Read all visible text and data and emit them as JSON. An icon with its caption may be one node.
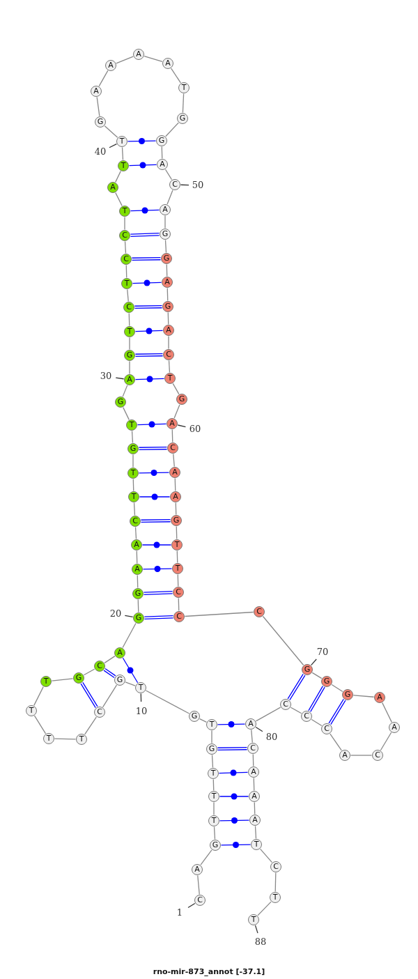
{
  "diagram": {
    "title": "rno-mir-873_annot [-37.1]",
    "nodes": [
      {
        "text": [
          "C"
        ]
      },
      {
        "text": [
          "A"
        ]
      },
      {
        "text": [
          "G"
        ]
      },
      {
        "text": [
          "T"
        ]
      },
      {
        "text": [
          "T"
        ]
      },
      {
        "text": [
          "T"
        ]
      },
      {
        "text": [
          "G"
        ]
      },
      {
        "text": [
          "T"
        ]
      },
      {
        "text": [
          "G"
        ]
      },
      {
        "text": [
          "T"
        ]
      },
      {
        "text": [
          "G"
        ]
      },
      {
        "text": [
          "C"
        ]
      },
      {
        "text": [
          "T"
        ]
      },
      {
        "text": [
          "T"
        ]
      },
      {
        "text": [
          "T"
        ]
      },
      {
        "text": [
          "T"
        ]
      },
      {
        "text": [
          "G"
        ]
      },
      {
        "text": [
          "C"
        ]
      },
      {
        "text": [
          "A"
        ]
      },
      {
        "text": [
          "G"
        ]
      },
      {
        "text": [
          "G"
        ]
      },
      {
        "text": [
          "A"
        ]
      },
      {
        "text": [
          "A"
        ]
      },
      {
        "text": [
          "C"
        ]
      },
      {
        "text": [
          "T"
        ]
      },
      {
        "text": [
          "T"
        ]
      },
      {
        "text": [
          "G"
        ]
      },
      {
        "text": [
          "T"
        ]
      },
      {
        "text": [
          "G"
        ]
      },
      {
        "text": [
          "A"
        ]
      },
      {
        "text": [
          "G"
        ]
      },
      {
        "text": [
          "T"
        ]
      },
      {
        "text": [
          "C"
        ]
      },
      {
        "text": [
          "T"
        ]
      },
      {
        "text": [
          "C"
        ]
      },
      {
        "text": [
          "C"
        ]
      },
      {
        "text": [
          "T"
        ]
      },
      {
        "text": [
          "A"
        ]
      },
      {
        "text": [
          "T"
        ]
      },
      {
        "text": [
          "T"
        ]
      },
      {
        "text": [
          "G"
        ]
      },
      {
        "text": [
          "A"
        ]
      },
      {
        "text": [
          "A"
        ]
      },
      {
        "text": [
          "A"
        ]
      },
      {
        "text": [
          "A"
        ]
      },
      {
        "text": [
          "T"
        ]
      },
      {
        "text": [
          "G"
        ]
      },
      {
        "text": [
          "G"
        ]
      },
      {
        "text": [
          "A"
        ]
      },
      {
        "text": [
          "C"
        ]
      },
      {
        "text": [
          "A"
        ]
      },
      {
        "text": [
          "G"
        ]
      },
      {
        "text": [
          "G"
        ]
      },
      {
        "text": [
          "A"
        ]
      },
      {
        "text": [
          "G"
        ]
      },
      {
        "text": [
          "A"
        ]
      },
      {
        "text": [
          "C"
        ]
      },
      {
        "text": [
          "T"
        ]
      },
      {
        "text": [
          "G"
        ]
      },
      {
        "text": [
          "A"
        ]
      },
      {
        "text": [
          "C"
        ]
      },
      {
        "text": [
          "A"
        ]
      },
      {
        "text": [
          "A"
        ]
      },
      {
        "text": [
          "G"
        ]
      },
      {
        "text": [
          "T"
        ]
      },
      {
        "text": [
          "T"
        ]
      },
      {
        "text": [
          "C"
        ]
      },
      {
        "text": [
          "C"
        ]
      },
      {
        "text": [
          "C"
        ]
      },
      {
        "text": [
          "G"
        ]
      },
      {
        "text": [
          "G"
        ]
      },
      {
        "text": [
          "G"
        ]
      },
      {
        "text": [
          "A"
        ]
      },
      {
        "text": [
          "A"
        ]
      },
      {
        "text": [
          "C"
        ]
      },
      {
        "text": [
          "A"
        ]
      },
      {
        "text": [
          "C"
        ]
      },
      {
        "text": [
          "C"
        ]
      },
      {
        "text": [
          "C"
        ]
      },
      {
        "text": [
          "A"
        ]
      },
      {
        "text": [
          "C"
        ]
      },
      {
        "text": [
          "A"
        ]
      },
      {
        "text": [
          "A"
        ]
      },
      {
        "text": [
          "A"
        ]
      },
      {
        "text": [
          "T"
        ]
      },
      {
        "text": [
          "C"
        ]
      },
      {
        "text": [
          "T"
        ]
      },
      {
        "text": [
          "T"
        ]
      },
      {
        "text": [
          "1"
        ]
      },
      {
        "text": [
          "10"
        ]
      },
      {
        "text": [
          "20"
        ]
      },
      {
        "text": [
          "30"
        ]
      },
      {
        "text": [
          "40"
        ]
      },
      {
        "text": [
          "50"
        ]
      },
      {
        "text": [
          "60"
        ]
      },
      {
        "text": [
          "70"
        ]
      },
      {
        "text": [
          "80"
        ]
      },
      {
        "text": [
          "88"
        ]
      }
    ],
    "edges": [
      {
        "from": 0,
        "to": 1,
        "arrow": "none"
      },
      {
        "from": 1,
        "to": 2,
        "arrow": "none"
      },
      {
        "from": 2,
        "to": 3,
        "arrow": "none"
      },
      {
        "from": 3,
        "to": 4,
        "arrow": "none"
      },
      {
        "from": 4,
        "to": 5,
        "arrow": "none"
      },
      {
        "from": 5,
        "to": 6,
        "arrow": "none"
      },
      {
        "from": 6,
        "to": 7,
        "arrow": "none"
      },
      {
        "from": 7,
        "to": 8,
        "arrow": "none"
      },
      {
        "from": 8,
        "to": 9,
        "arrow": "none"
      },
      {
        "from": 9,
        "to": 10,
        "arrow": "none"
      },
      {
        "from": 10,
        "to": 11,
        "arrow": "none"
      },
      {
        "from": 11,
        "to": 12,
        "arrow": "none"
      },
      {
        "from": 12,
        "to": 13,
        "arrow": "none"
      },
      {
        "from": 13,
        "to": 14,
        "arrow": "none"
      },
      {
        "from": 14,
        "to": 15,
        "arrow": "none"
      },
      {
        "from": 15,
        "to": 16,
        "arrow": "none"
      },
      {
        "from": 16,
        "to": 17,
        "arrow": "none"
      },
      {
        "from": 17,
        "to": 18,
        "arrow": "none"
      },
      {
        "from": 18,
        "to": 19,
        "arrow": "none"
      },
      {
        "from": 19,
        "to": 20,
        "arrow": "none"
      },
      {
        "from": 20,
        "to": 21,
        "arrow": "none"
      },
      {
        "from": 21,
        "to": 22,
        "arrow": "none"
      },
      {
        "from": 22,
        "to": 23,
        "arrow": "none"
      },
      {
        "from": 23,
        "to": 24,
        "arrow": "none"
      },
      {
        "from": 24,
        "to": 25,
        "arrow": "none"
      },
      {
        "from": 25,
        "to": 26,
        "arrow": "none"
      },
      {
        "from": 26,
        "to": 27,
        "arrow": "none"
      },
      {
        "from": 27,
        "to": 28,
        "arrow": "none"
      },
      {
        "from": 28,
        "to": 29,
        "arrow": "none"
      },
      {
        "from": 29,
        "to": 30,
        "arrow": "none"
      },
      {
        "from": 30,
        "to": 31,
        "arrow": "none"
      },
      {
        "from": 31,
        "to": 32,
        "arrow": "none"
      },
      {
        "from": 32,
        "to": 33,
        "arrow": "none"
      },
      {
        "from": 33,
        "to": 34,
        "arrow": "none"
      },
      {
        "from": 34,
        "to": 35,
        "arrow": "none"
      },
      {
        "from": 35,
        "to": 36,
        "arrow": "none"
      },
      {
        "from": 36,
        "to": 37,
        "arrow": "none"
      },
      {
        "from": 37,
        "to": 38,
        "arrow": "none"
      },
      {
        "from": 38,
        "to": 39,
        "arrow": "none"
      },
      {
        "from": 39,
        "to": 40,
        "arrow": "none"
      },
      {
        "from": 40,
        "to": 41,
        "arrow": "none"
      },
      {
        "from": 41,
        "to": 42,
        "arrow": "none"
      },
      {
        "from": 42,
        "to": 43,
        "arrow": "none"
      },
      {
        "from": 43,
        "to": 44,
        "arrow": "none"
      },
      {
        "from": 44,
        "to": 45,
        "arrow": "none"
      },
      {
        "from": 45,
        "to": 46,
        "arrow": "none"
      },
      {
        "from": 46,
        "to": 47,
        "arrow": "none"
      },
      {
        "from": 47,
        "to": 48,
        "arrow": "none"
      },
      {
        "from": 48,
        "to": 49,
        "arrow": "none"
      },
      {
        "from": 49,
        "to": 50,
        "arrow": "none"
      },
      {
        "from": 50,
        "to": 51,
        "arrow": "none"
      },
      {
        "from": 51,
        "to": 52,
        "arrow": "none"
      },
      {
        "from": 52,
        "to": 53,
        "arrow": "none"
      },
      {
        "from": 53,
        "to": 54,
        "arrow": "none"
      },
      {
        "from": 54,
        "to": 55,
        "arrow": "none"
      },
      {
        "from": 55,
        "to": 56,
        "arrow": "none"
      },
      {
        "from": 56,
        "to": 57,
        "arrow": "none"
      },
      {
        "from": 57,
        "to": 58,
        "arrow": "none"
      },
      {
        "from": 58,
        "to": 59,
        "arrow": "none"
      },
      {
        "from": 59,
        "to": 60,
        "arrow": "none"
      },
      {
        "from": 60,
        "to": 61,
        "arrow": "none"
      },
      {
        "from": 61,
        "to": 62,
        "arrow": "none"
      },
      {
        "from": 62,
        "to": 63,
        "arrow": "none"
      },
      {
        "from": 63,
        "to": 64,
        "arrow": "none"
      },
      {
        "from": 64,
        "to": 65,
        "arrow": "none"
      },
      {
        "from": 65,
        "to": 66,
        "arrow": "none"
      },
      {
        "from": 66,
        "to": 67,
        "arrow": "none"
      },
      {
        "from": 67,
        "to": 68,
        "arrow": "none"
      },
      {
        "from": 68,
        "to": 69,
        "arrow": "none"
      },
      {
        "from": 69,
        "to": 70,
        "arrow": "none"
      },
      {
        "from": 70,
        "to": 71,
        "arrow": "none"
      },
      {
        "from": 71,
        "to": 72,
        "arrow": "none"
      },
      {
        "from": 72,
        "to": 73,
        "arrow": "none"
      },
      {
        "from": 73,
        "to": 74,
        "arrow": "none"
      },
      {
        "from": 74,
        "to": 75,
        "arrow": "none"
      },
      {
        "from": 75,
        "to": 76,
        "arrow": "none"
      },
      {
        "from": 76,
        "to": 77,
        "arrow": "none"
      },
      {
        "from": 77,
        "to": 78,
        "arrow": "none"
      },
      {
        "from": 78,
        "to": 79,
        "arrow": "none"
      },
      {
        "from": 79,
        "to": 80,
        "arrow": "none"
      },
      {
        "from": 80,
        "to": 81,
        "arrow": "none"
      },
      {
        "from": 81,
        "to": 82,
        "arrow": "none"
      },
      {
        "from": 82,
        "to": 83,
        "arrow": "none"
      },
      {
        "from": 83,
        "to": 84,
        "arrow": "none"
      },
      {
        "from": 84,
        "to": 85,
        "arrow": "none"
      },
      {
        "from": 85,
        "to": 86,
        "arrow": "none"
      },
      {
        "from": 86,
        "to": 87,
        "arrow": "none"
      },
      {
        "from": 39,
        "to": 47,
        "arrow": "none",
        "color": "#0000ff"
      },
      {
        "from": 38,
        "to": 48,
        "arrow": "none",
        "color": "#0000ff"
      },
      {
        "from": 36,
        "to": 50,
        "arrow": "none",
        "color": "#0000ff"
      },
      {
        "from": 35,
        "to": 51,
        "arrow": "none",
        "color": "#0000ff"
      },
      {
        "from": 34,
        "to": 52,
        "arrow": "none",
        "color": "#0000ff"
      },
      {
        "from": 33,
        "to": 53,
        "arrow": "none",
        "color": "#0000ff"
      },
      {
        "from": 32,
        "to": 54,
        "arrow": "none",
        "color": "#0000ff"
      },
      {
        "from": 31,
        "to": 55,
        "arrow": "none",
        "color": "#0000ff"
      },
      {
        "from": 30,
        "to": 56,
        "arrow": "none",
        "color": "#0000ff"
      },
      {
        "from": 29,
        "to": 57,
        "arrow": "none",
        "color": "#0000ff"
      },
      {
        "from": 27,
        "to": 59,
        "arrow": "none",
        "color": "#0000ff"
      },
      {
        "from": 26,
        "to": 60,
        "arrow": "none",
        "color": "#0000ff"
      },
      {
        "from": 25,
        "to": 61,
        "arrow": "none",
        "color": "#0000ff"
      },
      {
        "from": 24,
        "to": 62,
        "arrow": "none",
        "color": "#0000ff"
      },
      {
        "from": 23,
        "to": 63,
        "arrow": "none",
        "color": "#0000ff"
      },
      {
        "from": 22,
        "to": 64,
        "arrow": "none",
        "color": "#0000ff"
      },
      {
        "from": 21,
        "to": 65,
        "arrow": "none",
        "color": "#0000ff"
      },
      {
        "from": 20,
        "to": 66,
        "arrow": "none",
        "color": "#0000ff"
      },
      {
        "from": 19,
        "to": 67,
        "arrow": "none",
        "color": "#0000ff"
      },
      {
        "from": 18,
        "to": 9,
        "arrow": "none",
        "color": "#0000ff"
      },
      {
        "from": 17,
        "to": 10,
        "arrow": "none",
        "color": "#0000ff"
      },
      {
        "from": 16,
        "to": 11,
        "arrow": "none",
        "color": "#0000ff"
      },
      {
        "from": 69,
        "to": 78,
        "arrow": "none",
        "color": "#0000ff"
      },
      {
        "from": 70,
        "to": 77,
        "arrow": "none",
        "color": "#0000ff"
      },
      {
        "from": 71,
        "to": 76,
        "arrow": "none",
        "color": "#0000ff"
      },
      {
        "from": 7,
        "to": 79,
        "arrow": "none",
        "color": "#0000ff"
      },
      {
        "from": 6,
        "to": 80,
        "arrow": "none",
        "color": "#0000ff"
      },
      {
        "from": 5,
        "to": 81,
        "arrow": "none",
        "color": "#0000ff"
      },
      {
        "from": 4,
        "to": 82,
        "arrow": "none",
        "color": "#0000ff"
      },
      {
        "from": 3,
        "to": 83,
        "arrow": "none",
        "color": "#0000ff"
      },
      {
        "from": 2,
        "to": 84,
        "arrow": "none",
        "color": "#0000ff"
      },
      {
        "from": 88,
        "to": 0,
        "arrow": "none",
        "color": "#333333"
      },
      {
        "from": 89,
        "to": 9,
        "arrow": "none",
        "color": "#333333"
      },
      {
        "from": 90,
        "to": 19,
        "arrow": "none",
        "color": "#333333"
      },
      {
        "from": 91,
        "to": 29,
        "arrow": "none",
        "color": "#333333"
      },
      {
        "from": 92,
        "to": 39,
        "arrow": "none",
        "color": "#333333"
      },
      {
        "from": 93,
        "to": 49,
        "arrow": "none",
        "color": "#333333"
      },
      {
        "from": 94,
        "to": 59,
        "arrow": "none",
        "color": "#333333"
      },
      {
        "from": 95,
        "to": 69,
        "arrow": "none",
        "color": "#333333"
      },
      {
        "from": 96,
        "to": 79,
        "arrow": "none",
        "color": "#333333"
      },
      {
        "from": 97,
        "to": 87,
        "arrow": "none",
        "color": "#333333"
      }
    ]
  }
}
